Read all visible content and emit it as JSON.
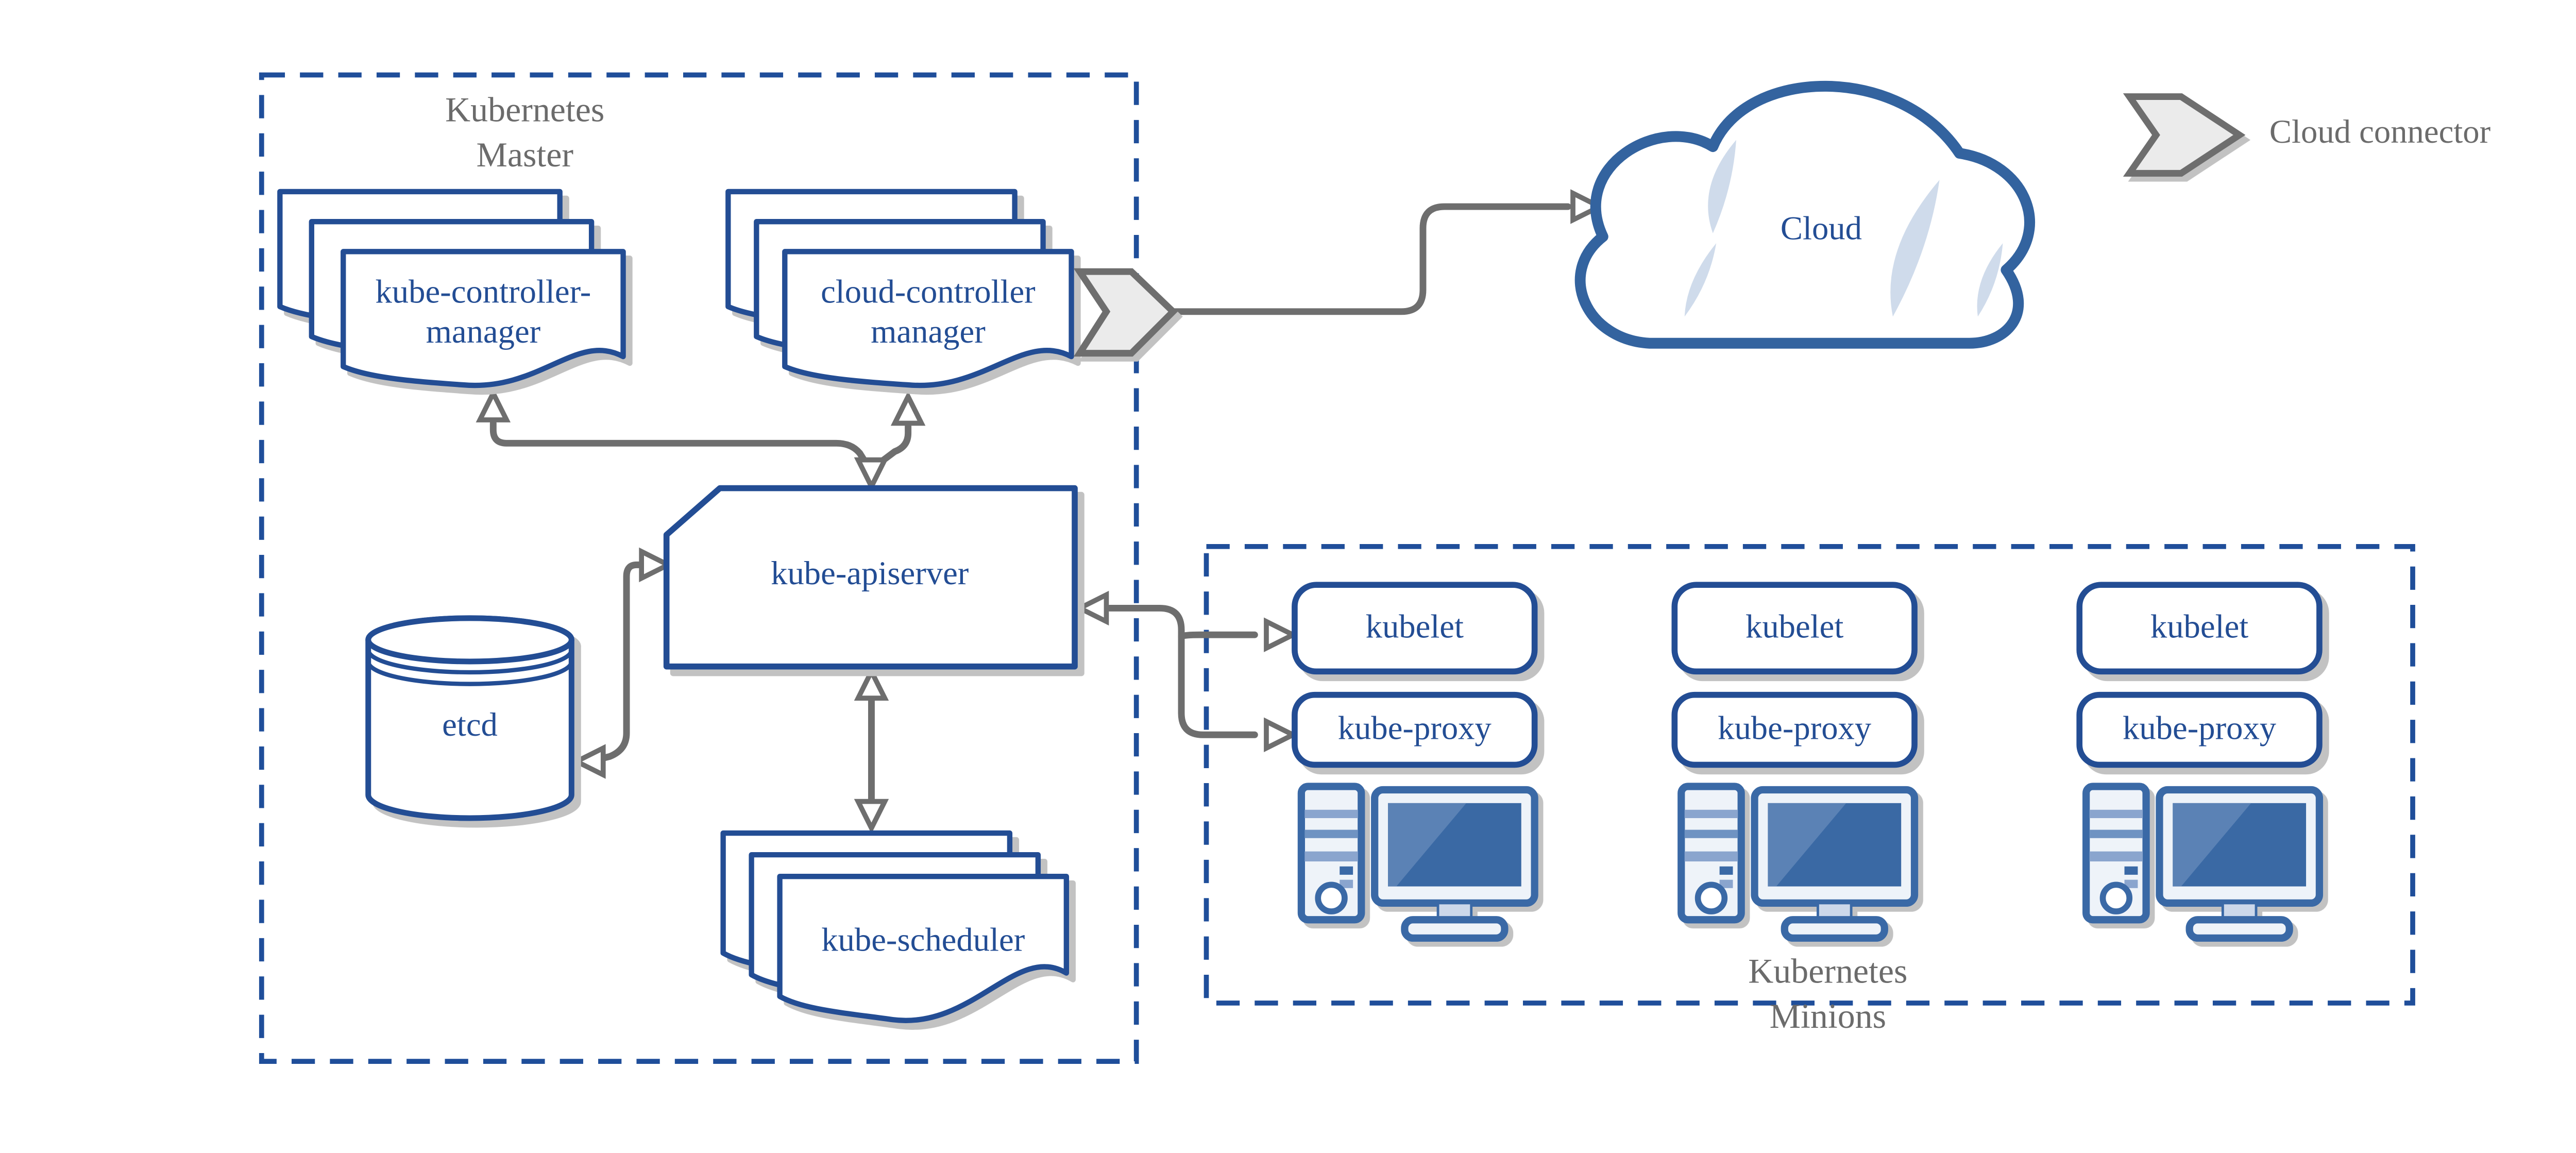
{
  "legend": {
    "cloud_connector": "Cloud connector"
  },
  "cloud": {
    "label": "Cloud"
  },
  "master": {
    "title_line1": "Kubernetes",
    "title_line2": "Master",
    "kube_controller_manager": {
      "line1": "kube-controller-",
      "line2": "manager"
    },
    "cloud_controller_manager": {
      "line1": "cloud-controller",
      "line2": "manager"
    },
    "kube_apiserver": "kube-apiserver",
    "etcd": "etcd",
    "kube_scheduler": "kube-scheduler"
  },
  "minions": {
    "title_line1": "Kubernetes",
    "title_line2": "Minions",
    "nodes": [
      {
        "kubelet": "kubelet",
        "kube_proxy": "kube-proxy"
      },
      {
        "kubelet": "kubelet",
        "kube_proxy": "kube-proxy"
      },
      {
        "kubelet": "kubelet",
        "kube_proxy": "kube-proxy"
      }
    ]
  },
  "colors": {
    "navy": "#234d94",
    "dash_navy": "#1f4e9a",
    "arrow_gray": "#6e6e6e",
    "text_gray": "#6b6b6b",
    "shadow_gray": "#c2c2c2",
    "cloud_border": "#33639f",
    "cloud_slash": "#cfdbeb",
    "icon_blue": "#3a69a6",
    "icon_fill": "#eef3f9",
    "icon_screen": "#3a69a4",
    "icon_stripe": "#8aa5ce"
  }
}
